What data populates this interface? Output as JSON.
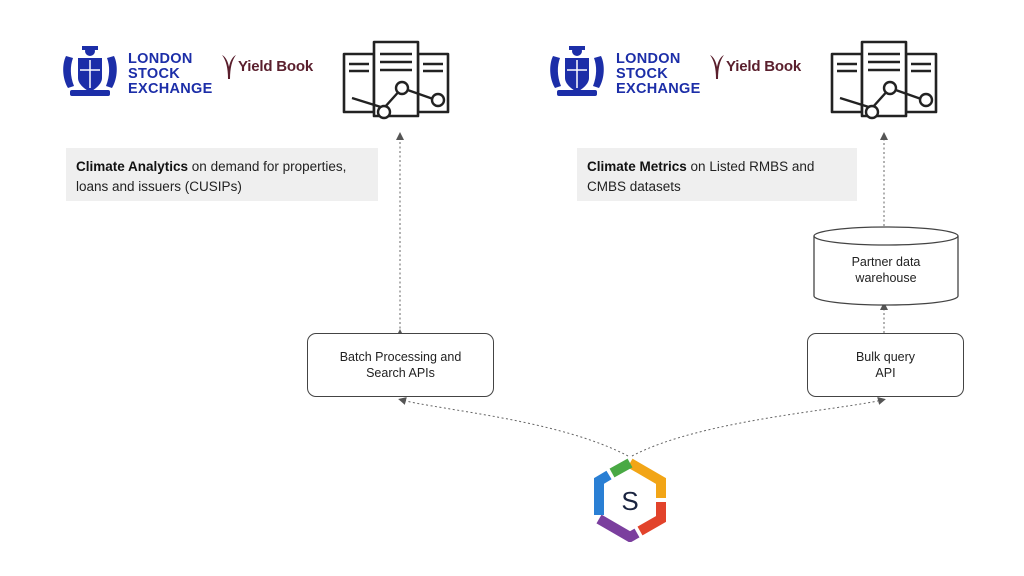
{
  "left": {
    "logo_lines": [
      "LONDON",
      "STOCK",
      "EXCHANGE"
    ],
    "partner_logo": "Yield Book",
    "desc_bold": "Climate Analytics",
    "desc_rest": " on demand for properties, loans and issuers (CUSIPs)",
    "api_box": "Batch Processing and Search APIs"
  },
  "right": {
    "logo_lines": [
      "LONDON",
      "STOCK",
      "EXCHANGE"
    ],
    "partner_logo": "Yield Book",
    "desc_bold": "Climate Metrics",
    "desc_rest": " on Listed RMBS and CMBS datasets",
    "warehouse": "Partner data warehouse",
    "api_box": "Bulk query API"
  },
  "source": {
    "icon": "hexagon-s-logo",
    "letter": "S",
    "colors": [
      "#f2a516",
      "#e2432b",
      "#7b3f9e",
      "#2a7fd4",
      "#49a944"
    ]
  }
}
